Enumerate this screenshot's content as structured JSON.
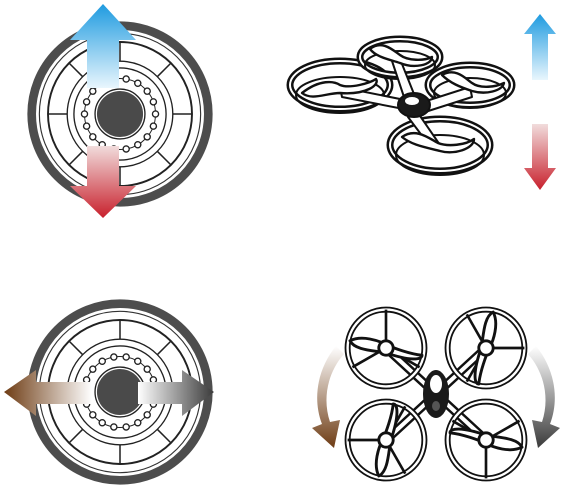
{
  "diagram": {
    "panels": [
      {
        "id": "throttle",
        "stick": "left-joystick-pad",
        "gesture": "vertical",
        "effect": "ascend-descend"
      },
      {
        "id": "rotation",
        "stick": "left-joystick-pad",
        "gesture": "horizontal",
        "effect": "rotate-left-right"
      }
    ]
  },
  "colors": {
    "background": "#ffffff",
    "up_arrow_top": "#1f9be0",
    "up_arrow_bottom": "#e9f6fd",
    "down_arrow_top": "#f1dcdc",
    "down_arrow_bottom": "#c8202c",
    "left_arrow_tip": "#6e3c14",
    "right_arrow_tip": "#3a3a3a",
    "stick_knob": "#4a4a4a",
    "outer_rim": "#4d4d4d",
    "drone_body": "#1a1a1a"
  },
  "icons": {
    "joystick": "joystick-icon",
    "arrow_up": "arrow-up-icon",
    "arrow_down": "arrow-down-icon",
    "arrow_left": "arrow-left-icon",
    "arrow_right": "arrow-right-icon",
    "rotate_ccw": "rotate-ccw-icon",
    "rotate_cw": "rotate-cw-icon",
    "drone": "drone-icon"
  }
}
